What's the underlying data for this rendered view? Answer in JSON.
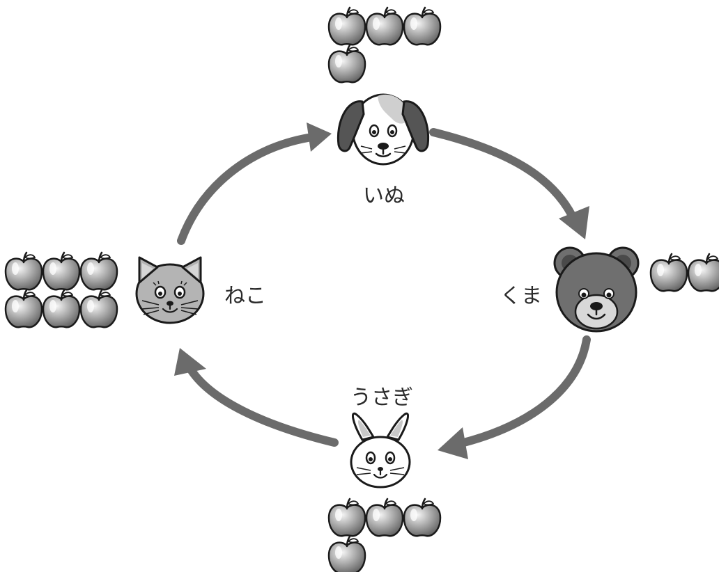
{
  "animals": {
    "dog": {
      "label": "いぬ",
      "icon": "dog-face-icon",
      "apples": 4
    },
    "bear": {
      "label": "くま",
      "icon": "bear-face-icon",
      "apples": 2
    },
    "rabbit": {
      "label": "うさぎ",
      "icon": "rabbit-face-icon",
      "apples": 4
    },
    "cat": {
      "label": "ねこ",
      "icon": "cat-face-icon",
      "apples": 6
    }
  },
  "cycle": [
    "dog",
    "bear",
    "rabbit",
    "cat"
  ],
  "colors": {
    "arrow": "#6b6b6b",
    "outline": "#1a1a1a",
    "apple_dark": "#6e6e6e",
    "apple_light": "#f2f2f2",
    "cat_fur": "#b4b4b4",
    "bear_fur": "#6f6f6f",
    "bear_ear_inner": "#4a4a4a",
    "bear_muzzle": "#d8d8d8",
    "dog_ear": "#555555",
    "dog_patch": "#cfcfcf"
  }
}
